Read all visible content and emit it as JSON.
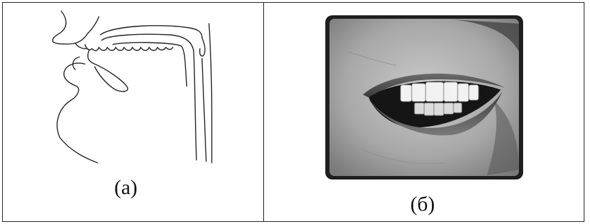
{
  "figure": {
    "panels": [
      {
        "id": "a",
        "caption": "(а)",
        "illustration": "mouth-sagittal-section-drawing"
      },
      {
        "id": "b",
        "caption": "(б)",
        "illustration": "lips-teeth-photo"
      }
    ]
  }
}
